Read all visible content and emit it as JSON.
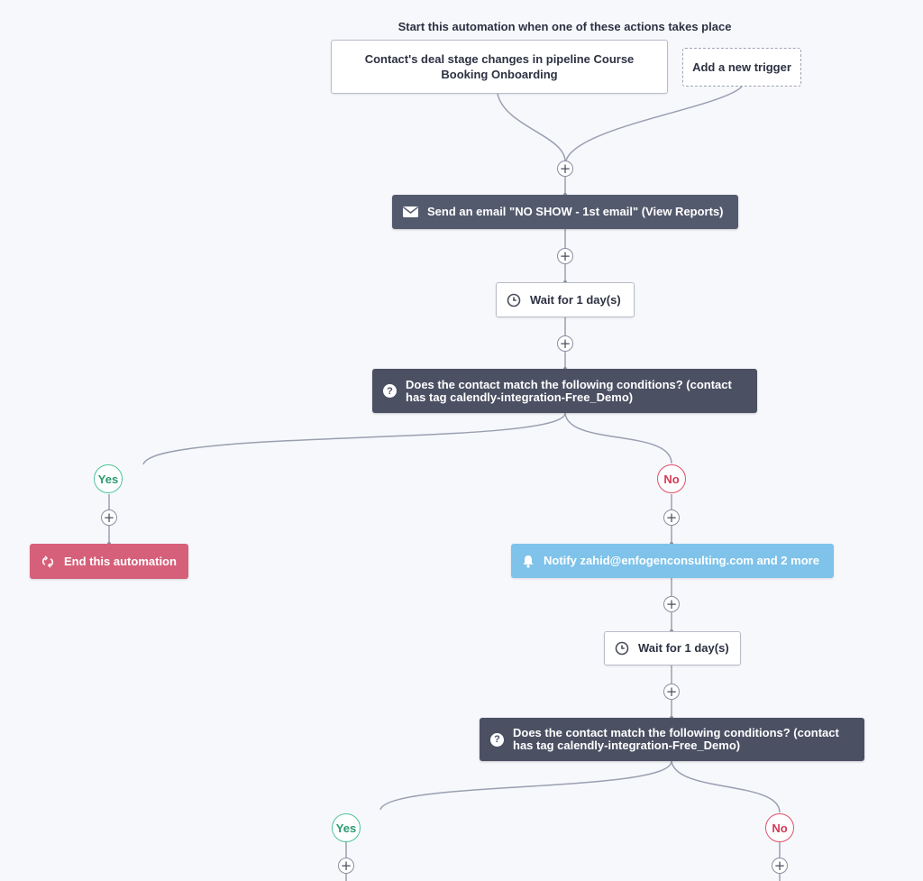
{
  "workflow": {
    "heading": "Start this automation when one of these actions takes place",
    "trigger_label": "Contact's deal stage changes in pipeline Course Booking Onboarding",
    "add_trigger_label": "Add a new trigger",
    "add_step_symbol": "+",
    "send_email_label": "Send an email \"NO SHOW - 1st email\" (View Reports)",
    "wait1_label": "Wait for 1 day(s)",
    "condition1_label": "Does the contact match the following conditions? (contact has tag calendly-integration-Free_Demo)",
    "branch_yes": "Yes",
    "branch_no": "No",
    "end_label": "End this automation",
    "notify_label": "Notify zahid@enfogenconsulting.com and 2 more",
    "wait2_label": "Wait for 1 day(s)",
    "condition2_label": "Does the contact match the following conditions? (contact has tag calendly-integration-Free_Demo)",
    "question_symbol": "?"
  },
  "colors": {
    "canvas": "#f7f8fc",
    "action_dark": "#545a6e",
    "condition_dark": "#4b5063",
    "end_red": "#d6607a",
    "notify_blue": "#7fc3ea",
    "yes_green": "#4fc39a",
    "no_red": "#e0506a",
    "connector": "#9a9fb0"
  },
  "icons": {
    "email": "envelope-icon",
    "wait": "clock-icon",
    "condition": "question-circle-icon",
    "end": "exit-arrows-icon",
    "notify": "bell-icon"
  }
}
